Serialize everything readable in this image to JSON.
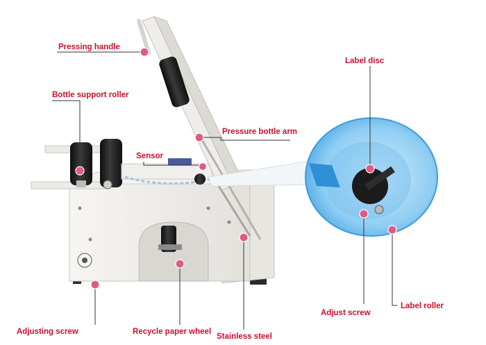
{
  "callouts": [
    {
      "id": "pressing-handle",
      "label": "Pressing handle"
    },
    {
      "id": "bottle-support-roller",
      "label": "Bottle support roller"
    },
    {
      "id": "pressure-bottle-arm",
      "label": "Pressure bottle arm"
    },
    {
      "id": "sensor",
      "label": "Sensor"
    },
    {
      "id": "label-disc",
      "label": "Label disc"
    },
    {
      "id": "adjust-screw",
      "label": "Adjust screw"
    },
    {
      "id": "label-roller",
      "label": "Label roller"
    },
    {
      "id": "adjusting-screw",
      "label": "Adjusting screw"
    },
    {
      "id": "recycle-paper-wheel",
      "label": "Recycle paper wheel"
    },
    {
      "id": "stainless-steel",
      "label": "Stainless steel"
    }
  ],
  "colors": {
    "label_text": "#c8102e",
    "marker_dot": "#e05a86",
    "leader_line": "#333333",
    "machine_body": "#eeece8",
    "roller_black": "#1e1e1e",
    "label_disc_blue": "#5bb8ee"
  }
}
